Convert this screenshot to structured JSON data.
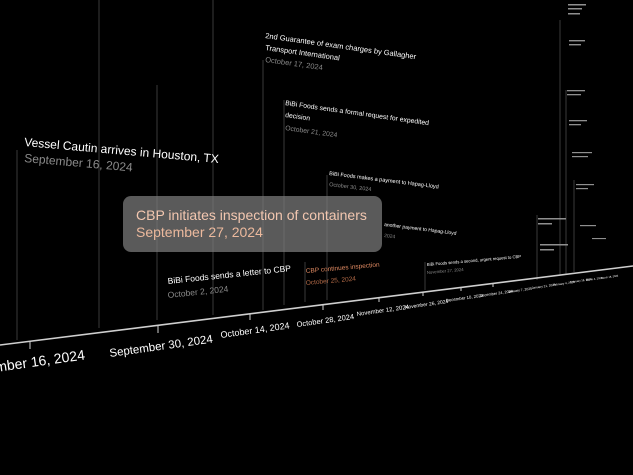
{
  "axis_ticks": [
    "mber 16, 2024",
    "September 30, 2024",
    "October 14, 2024",
    "October 28, 2024",
    "November 12, 2024",
    "November 26, 2024",
    "December 10, 2024",
    "December 24, 2024",
    "January 7, 2025",
    "January 21, 2025",
    "February 4, 2025",
    "February 18, 2025",
    "March 4, 2025",
    "March 18, 2025"
  ],
  "events": {
    "vessel": {
      "title": "Vessel Cautin arrives in Houston, TX",
      "date": "September 16, 2024"
    },
    "guarantee": {
      "title_line1": "2nd Guarantee of exam charges by Gallagher",
      "title_line2": "Transport International",
      "date": "October 17, 2024"
    },
    "formal_request": {
      "title_line1": "BiBi Foods sends a formal request for expedited",
      "title_line2": "decision",
      "date": "October 21, 2024"
    },
    "payment1": {
      "title": "BiBi Foods makes a payment to Hapag-Lloyd",
      "date": "October 30, 2024"
    },
    "payment2": {
      "title": "another payment to Hapag-Lloyd",
      "date": "2024"
    },
    "letter": {
      "title": "BiBi Foods sends a letter to CBP",
      "date": "October 2, 2024"
    },
    "continues": {
      "title": "CBP continues inspection",
      "date": "October 25, 2024"
    },
    "urgent": {
      "title": "BiBi Foods sends a second, urgent request to CBP",
      "date": "November 27, 2024"
    }
  },
  "popup": {
    "title": "CBP initiates inspection of containers",
    "date": "September 27, 2024"
  },
  "colors": {
    "background": "#000000",
    "highlight": "#e08a62",
    "popup_bg": "#7d7d7d"
  }
}
